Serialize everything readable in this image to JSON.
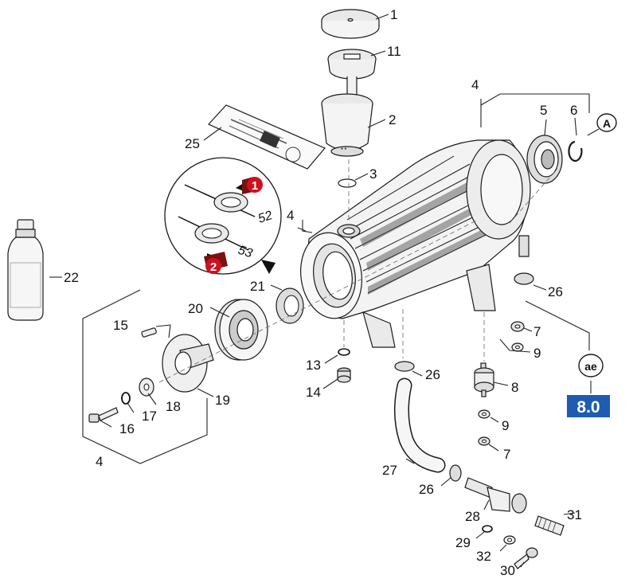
{
  "diagram": {
    "callouts": [
      "1",
      "11",
      "2",
      "3",
      "25",
      "4",
      "5",
      "6",
      "A",
      "52",
      "53",
      "1",
      "2",
      "22",
      "21",
      "20",
      "15",
      "19",
      "18",
      "17",
      "16",
      "4",
      "13",
      "14",
      "26",
      "7",
      "9",
      "8",
      "9",
      "7",
      "26",
      "ae",
      "8.0",
      "27",
      "26",
      "28",
      "31",
      "29",
      "32",
      "30",
      "4"
    ],
    "labels": {
      "n1": "1",
      "n11": "11",
      "n2": "2",
      "n3": "3",
      "n25": "25",
      "n4_top": "4",
      "n5": "5",
      "n6": "6",
      "circle_a": "A",
      "n4_mid": "4",
      "n52": "52",
      "n53": "53",
      "marker1": "1",
      "marker2": "2",
      "n22": "22",
      "n21": "21",
      "n20": "20",
      "n15": "15",
      "n19": "19",
      "n18": "18",
      "n17": "17",
      "n16": "16",
      "n4_bottom": "4",
      "n13": "13",
      "n14": "14",
      "n26_right": "26",
      "n26_mid": "26",
      "n26_low": "26",
      "n7_top": "7",
      "n9_top": "9",
      "n8": "8",
      "n9_low": "9",
      "n7_low": "7",
      "circle_ae": "ae",
      "badge": "8.0",
      "n27": "27",
      "n28": "28",
      "n31": "31",
      "n29": "29",
      "n32": "32",
      "n30": "30"
    },
    "colors": {
      "marker": "#d0101e",
      "badge_bg": "#1d5cae",
      "badge_text": "#ffffff",
      "line": "#1a1a1a"
    }
  }
}
